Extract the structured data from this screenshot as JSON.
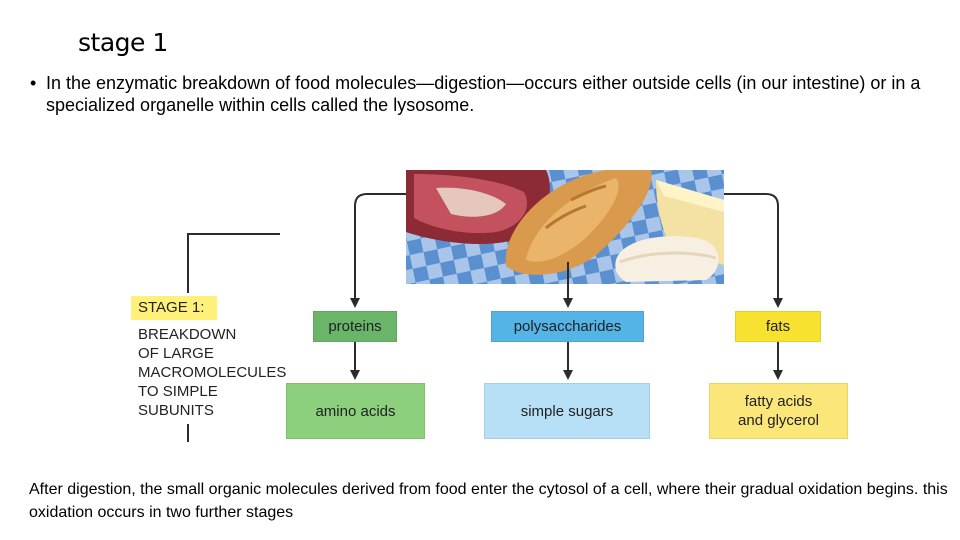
{
  "title": "stage 1",
  "bullet": {
    "marker": "•",
    "text": "In the enzymatic breakdown of food molecules—digestion—occurs either outside cells (in our intestine) or in a specialized organelle within cells called the lysosome."
  },
  "diagram": {
    "stage_label": "STAGE 1:",
    "stage_description": [
      "BREAKDOWN",
      "OF LARGE",
      "MACROMOLECULES",
      "TO SIMPLE",
      "SUBUNITS"
    ],
    "macromolecules": [
      "proteins",
      "polysaccharides",
      "fats"
    ],
    "subunits": [
      "amino acids",
      "simple sugars",
      "fatty acids and glycerol"
    ],
    "colors": {
      "proteins": "#6ab56a",
      "amino_acids": "#8ccf7c",
      "polysaccharides": "#54b4e6",
      "simple_sugars": "#b7e0f6",
      "fats": "#f7e230",
      "fatty_acids": "#fbe679",
      "stage_tag": "#fff07a"
    }
  },
  "footer": "After digestion, the small organic molecules derived from food enter the cytosol of a cell, where their gradual oxidation begins. this oxidation occurs in two further stages"
}
